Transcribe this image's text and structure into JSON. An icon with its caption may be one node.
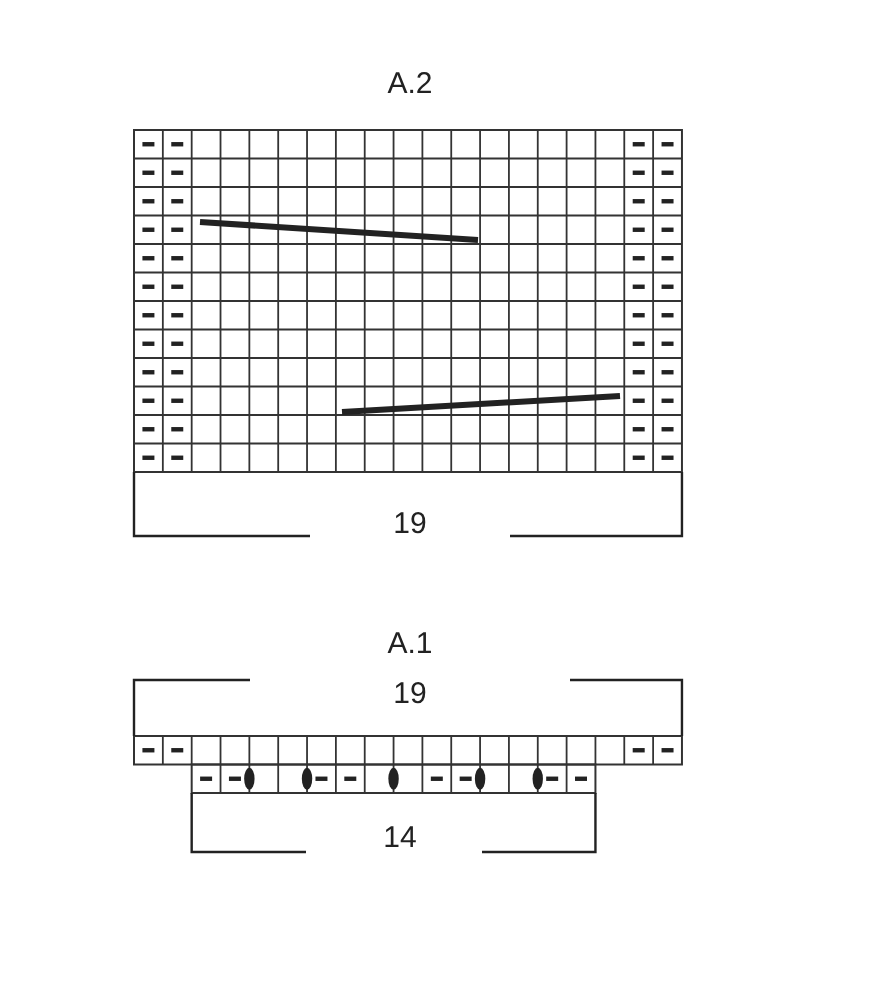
{
  "diagram": {
    "labels": [
      "A.2",
      "19",
      "A.1",
      "19",
      "14"
    ]
  }
}
